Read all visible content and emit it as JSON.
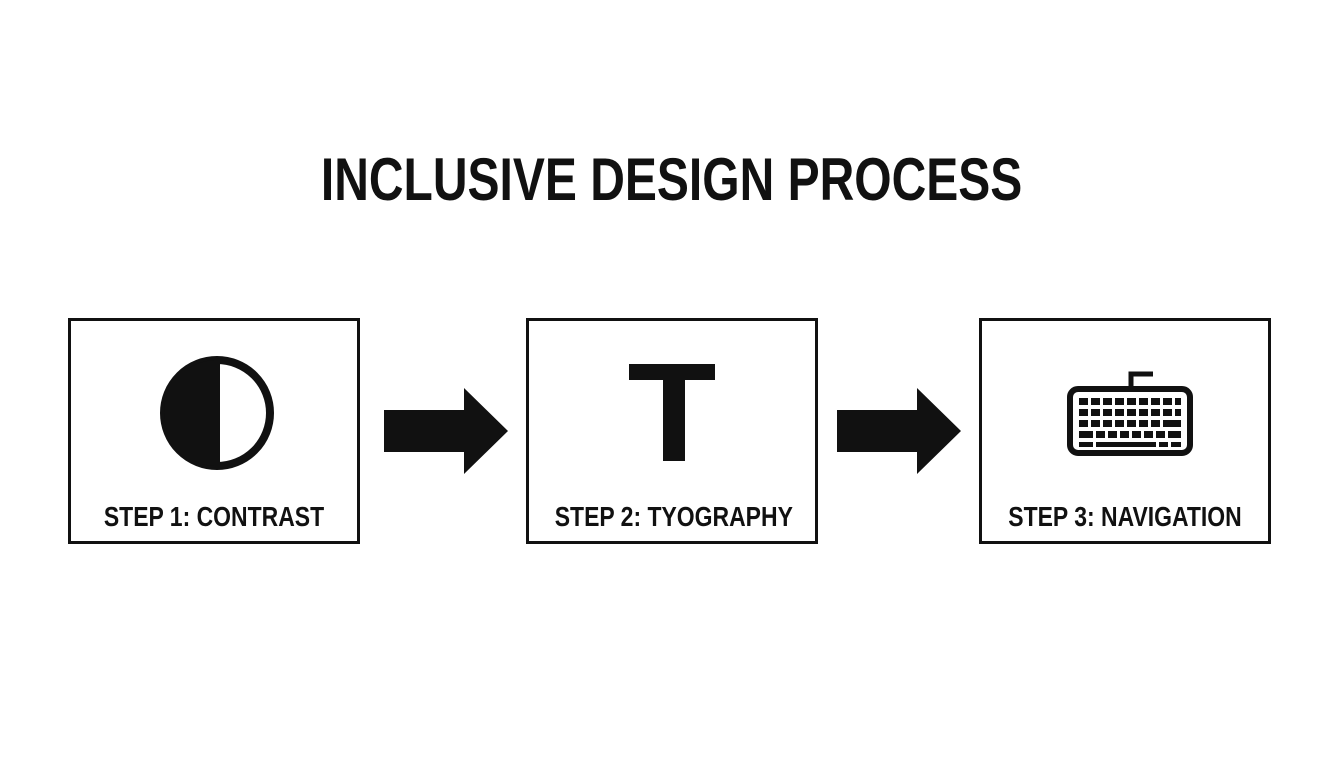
{
  "title": "INCLUSIVE DESIGN PROCESS",
  "steps": [
    {
      "label": "STEP 1: CONTRAST",
      "icon": "contrast-icon"
    },
    {
      "label": "STEP 2: TYOGRAPHY",
      "icon": "typography-icon"
    },
    {
      "label": "STEP 3: NAVIGATION",
      "icon": "keyboard-icon"
    }
  ],
  "connectors": [
    "arrow-right-icon",
    "arrow-right-icon"
  ],
  "colors": {
    "ink": "#111111",
    "background": "#ffffff"
  }
}
